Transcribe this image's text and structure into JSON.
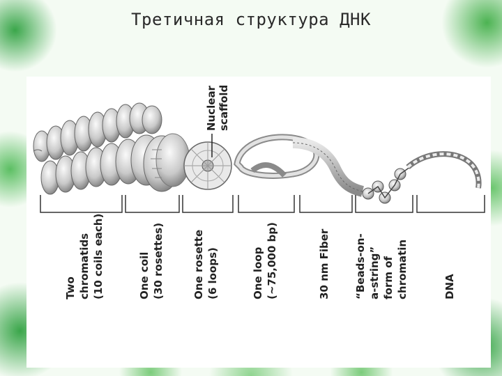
{
  "slide": {
    "title": "Третичная структура ДНК"
  },
  "diagram": {
    "scaffold_label": [
      "Nuclear",
      "scaffold"
    ],
    "stages": [
      {
        "lines": [
          "Two",
          "chromatids",
          "(10 coils each)"
        ]
      },
      {
        "lines": [
          "One coil",
          "(30 rosettes)"
        ]
      },
      {
        "lines": [
          "One rosette",
          "(6 loops)"
        ]
      },
      {
        "lines": [
          "One loop",
          "(~75,000 bp)"
        ]
      },
      {
        "lines": [
          "30 nm Fiber"
        ]
      },
      {
        "lines": [
          "“Beads-on-",
          "a-string”",
          "form of",
          "chromatin"
        ]
      },
      {
        "lines": [
          "DNA"
        ]
      }
    ]
  }
}
